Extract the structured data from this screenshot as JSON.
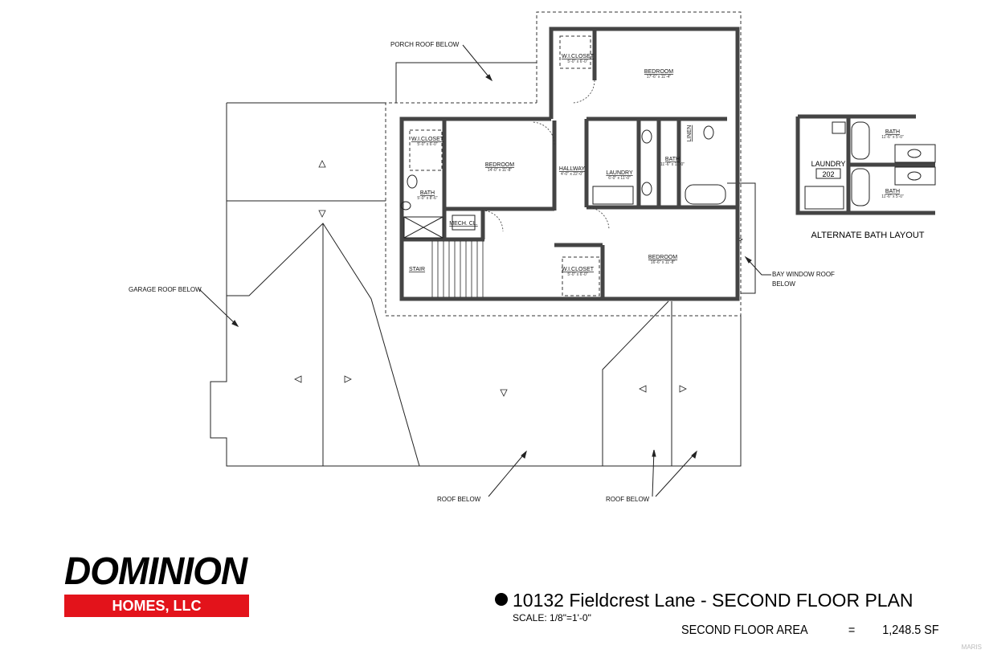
{
  "plan": {
    "roof_labels": {
      "porch": "PORCH ROOF BELOW",
      "garage": "GARAGE ROOF BELOW",
      "bay": "BAY WINDOW ROOF",
      "bay2": "BELOW",
      "roof1": "ROOF BELOW",
      "roof2": "ROOF BELOW"
    },
    "rooms": [
      {
        "name": "W.I.CLOSET",
        "dim": "5'-0\" x 6'-0\""
      },
      {
        "name": "BEDROOM",
        "dim": "17'-6\" x 11'-4\""
      },
      {
        "name": "W.I.CLOSET",
        "dim": "5'-0\" x 6'-0\""
      },
      {
        "name": "BEDROOM",
        "dim": "14'-0\" x 11'-8\""
      },
      {
        "name": "BATH",
        "dim": "5'-0\" x 8'-6\""
      },
      {
        "name": "HALLWAY",
        "dim": "4'-0\" x 22'-0\""
      },
      {
        "name": "LAUNDRY",
        "dim": "6'-0\" x 11'-0\""
      },
      {
        "name": "BATH",
        "dim": "11'-6\" x 11'-0\""
      },
      {
        "name": "MECH. CL.",
        "dim": ""
      },
      {
        "name": "STAIR",
        "dim": ""
      },
      {
        "name": "W.I.CLOSET",
        "dim": "5'-0\" x 6'-0\""
      },
      {
        "name": "BEDROOM",
        "dim": "16'-6\" x 11'-8\""
      },
      {
        "name": "LINEN",
        "dim": ""
      }
    ],
    "alternate": {
      "title": "ALTERNATE BATH LAYOUT",
      "laundry": "LAUNDRY",
      "room_number": "202",
      "bath1": {
        "name": "BATH",
        "dim": "11'-6\" x 5'-0\""
      },
      "bath2": {
        "name": "BATH",
        "dim": "11'-6\" x 5'-0\""
      }
    }
  },
  "logo": {
    "top": "DOMINION",
    "bottom": "HOMES, LLC",
    "accent": "#e3131b"
  },
  "title": "10132 Fieldcrest Lane - SECOND FLOOR PLAN",
  "scale": "SCALE: 1/8\"=1'-0\"",
  "area": {
    "label": "SECOND FLOOR AREA",
    "equals": "=",
    "value": "1,248.5 SF"
  },
  "watermark": "MARIS"
}
